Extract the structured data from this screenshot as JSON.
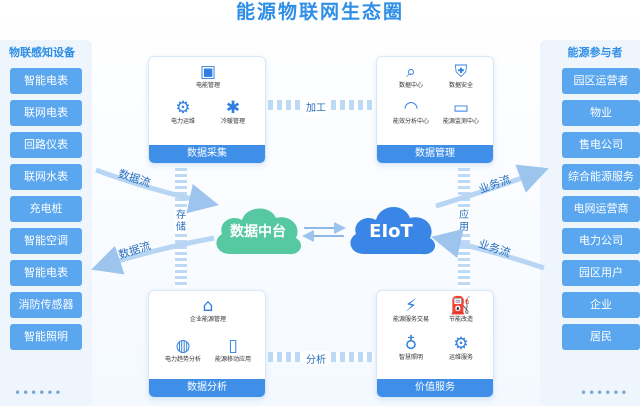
{
  "title": "能源物联网生态圈",
  "left_panel": {
    "title": "物联感知设备",
    "items": [
      "智能电表",
      "联网电表",
      "回路仪表",
      "联网水表",
      "充电桩",
      "智能空调",
      "智能电表",
      "消防传感器",
      "智能照明"
    ]
  },
  "right_panel": {
    "title": "能源参与者",
    "items": [
      "园区运营者",
      "物业",
      "售电公司",
      "综合能源服务",
      "电网运营商",
      "电力公司",
      "园区用户",
      "企业",
      "居民"
    ]
  },
  "panels": {
    "top_left": {
      "footer": "数据采集",
      "icons": [
        {
          "icon": "device-icon",
          "label": "电能管理"
        },
        {
          "icon": "tool-icon",
          "label": "电力运维"
        },
        {
          "icon": "snowflake-icon",
          "label": "冷暖管理"
        }
      ]
    },
    "top_right": {
      "footer": "数据管理",
      "icons": [
        {
          "icon": "search-doc-icon",
          "label": "数据中心"
        },
        {
          "icon": "shield-icon",
          "label": "数据安全"
        },
        {
          "icon": "gauge-icon",
          "label": "能效分析中心"
        },
        {
          "icon": "monitor-icon",
          "label": "能源监测中心"
        }
      ]
    },
    "bottom_left": {
      "footer": "数据分析",
      "icons": [
        {
          "icon": "home-icon",
          "label": "企业能源管理"
        },
        {
          "icon": "globe-icon",
          "label": "电力趋势分析"
        },
        {
          "icon": "phone-icon",
          "label": "能源移动应用"
        }
      ]
    },
    "bottom_right": {
      "footer": "价值服务",
      "icons": [
        {
          "icon": "charger-icon",
          "label": "能源服务交易"
        },
        {
          "icon": "gas-pump-icon",
          "label": "节能改造"
        },
        {
          "icon": "bulb-icon",
          "label": "智慧照明"
        },
        {
          "icon": "gear-icon",
          "label": "运维服务"
        }
      ]
    }
  },
  "center": {
    "left_cloud": "数据中台",
    "right_cloud": "EIoT"
  },
  "flows": {
    "data_flow_1": "数据流",
    "data_flow_2": "数据流",
    "business_flow_1": "业务流",
    "business_flow_2": "业务流",
    "process_top": "加工",
    "analysis_bottom": "分析",
    "left_vertical": "存储",
    "right_vertical": "应用"
  }
}
